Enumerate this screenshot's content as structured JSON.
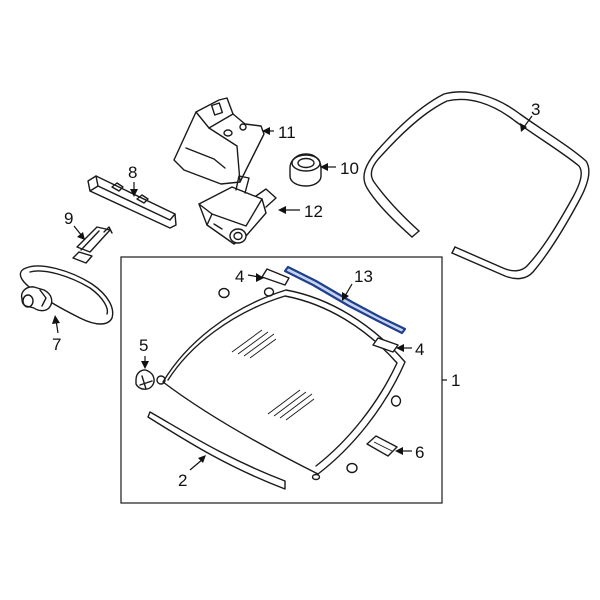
{
  "colors": {
    "highlight": "#1f3f8f",
    "line": "#1a1a1a",
    "background": "#ffffff"
  },
  "callouts": {
    "p1": "1",
    "p2": "2",
    "p3": "3",
    "p4a": "4",
    "p4b": "4",
    "p5": "5",
    "p6": "6",
    "p7": "7",
    "p8": "8",
    "p9": "9",
    "p10": "10",
    "p11": "11",
    "p12": "12",
    "p13": "13"
  }
}
